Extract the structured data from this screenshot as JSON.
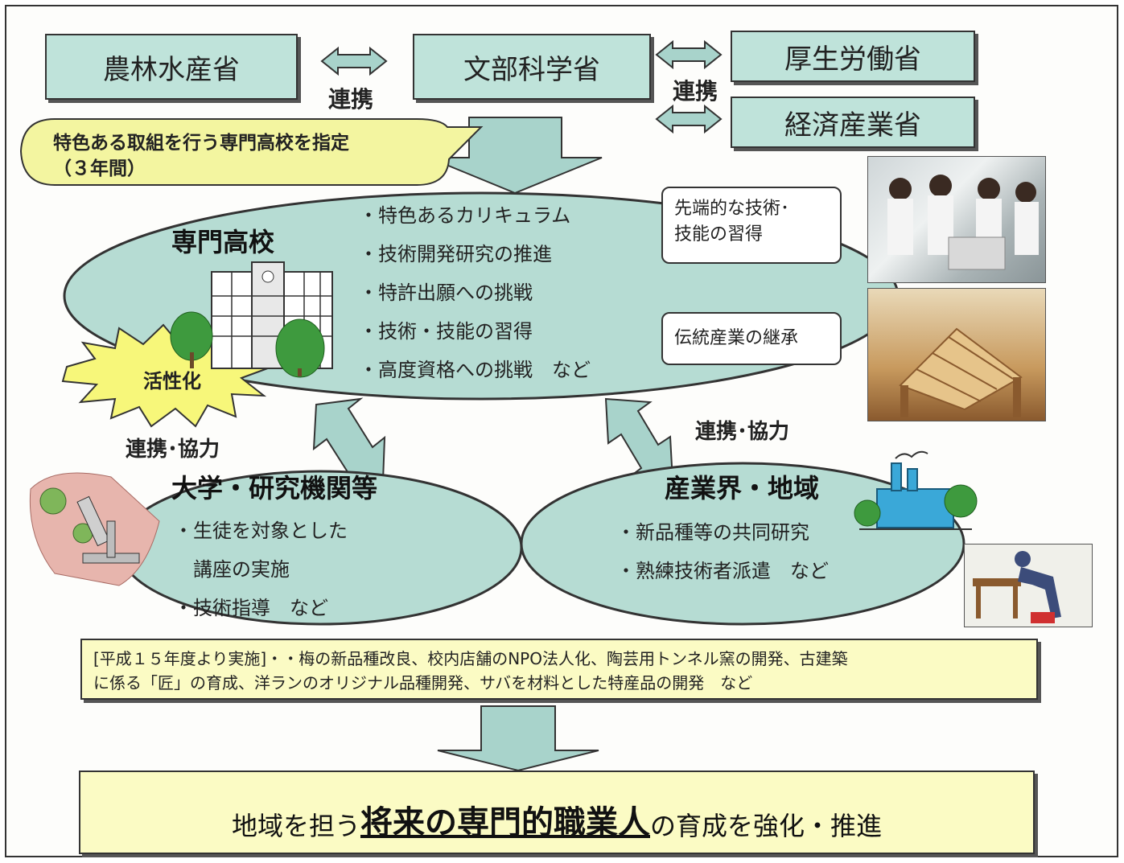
{
  "ministries": {
    "agriculture": "農林水産省",
    "education": "文部科学省",
    "health": "厚生労働省",
    "economy": "経済産業省"
  },
  "links": {
    "left_link": "連携",
    "right_link": "連携",
    "coop_left": "連携･協力",
    "coop_right": "連携･協力"
  },
  "callout": {
    "line1": "特色ある取組を行う専門高校を指定",
    "line2": "（３年間）"
  },
  "school": {
    "title": "専門高校",
    "items": [
      "・特色あるカリキュラム",
      "・技術開発研究の推進",
      "・特許出願への挑戦",
      "・技術・技能の習得",
      "・高度資格への挑戦　など"
    ],
    "burst": "活性化"
  },
  "side_boxes": {
    "advanced_line1": "先端的な技術･",
    "advanced_line2": "技能の習得",
    "tradition": "伝統産業の継承"
  },
  "university": {
    "title": "大学・研究機関等",
    "items": [
      "・生徒を対象とした",
      "　講座の実施",
      "・技術指導　など"
    ]
  },
  "industry": {
    "title": "産業界・地域",
    "items": [
      "・新品種等の共同研究",
      "・熟練技術者派遣　など"
    ]
  },
  "note": {
    "line1": "[平成１５年度より実施]・・梅の新品種改良、校内店舗のNPO法人化、陶芸用トンネル窯の開発、古建築",
    "line2": "に係る「匠」の育成、洋ランのオリジナル品種開発、サバを材料とした特産品の開発　など"
  },
  "goal": {
    "prefix": "地域を担う",
    "emphasis": "将来の専門的職業人",
    "suffix": "の育成を強化・推進"
  },
  "colors": {
    "box_teal": "#bfe3da",
    "ellipse_teal": "#b6dcd3",
    "arrow_teal": "#a8d3cb",
    "note_yellow": "#fbfbc4",
    "callout_yellow": "#f3f5a0"
  }
}
